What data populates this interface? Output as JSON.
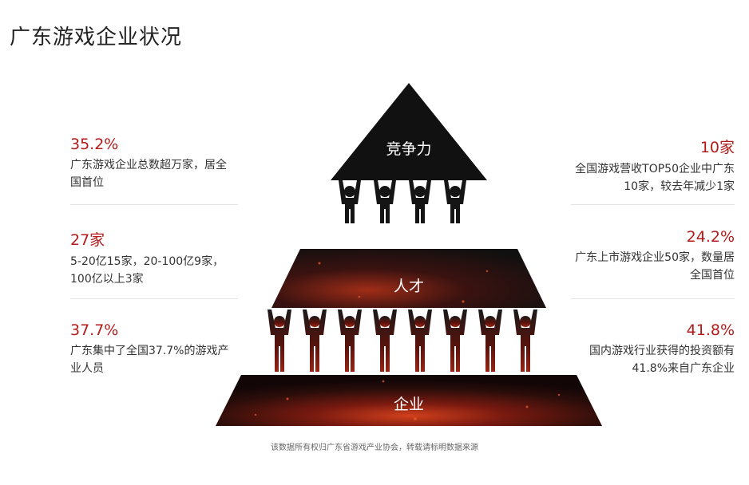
{
  "title": "广东游戏企业状况",
  "pyramid": {
    "top": "竞争力",
    "middle": "人才",
    "bottom": "企业"
  },
  "left_stats": [
    {
      "value": "35.2%",
      "desc_lines": [
        "广东游戏企业总数超万家，居全",
        "国首位"
      ]
    },
    {
      "value": "27家",
      "desc_lines": [
        "5-20亿15家，20-100亿9家，",
        "100亿以上3家"
      ]
    },
    {
      "value": "37.7%",
      "desc_lines": [
        "广东集中了全国37.7%的游戏产",
        "业人员"
      ]
    }
  ],
  "right_stats": [
    {
      "value": "10家",
      "desc_lines": [
        "全国游戏营收TOP50企业中广东",
        "10家，较去年减少1家"
      ]
    },
    {
      "value": "24.2%",
      "desc_lines": [
        "广东上市游戏企业50家，数量居",
        "全国首位"
      ]
    },
    {
      "value": "41.8%",
      "desc_lines": [
        "国内游戏行业获得的投资额有",
        "41.8%来自广东企业"
      ]
    }
  ],
  "footer": "该数据所有权归广东省游戏产业协会，转载请标明数据来源",
  "colors": {
    "accent": "#b31b1b",
    "pyramid_dark": "#1a1a1a",
    "lava": "#8a1d0f"
  },
  "figure_counts": {
    "top_row": 4,
    "bottom_row": 8
  }
}
